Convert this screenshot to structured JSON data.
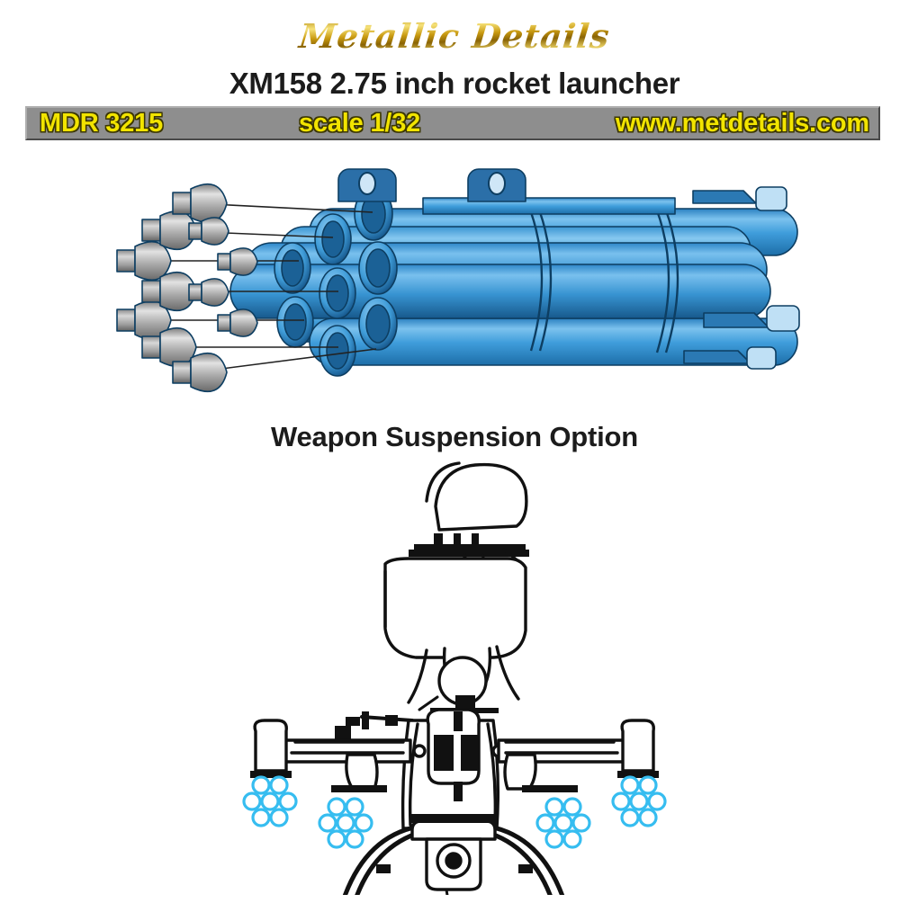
{
  "header": {
    "brand": "Metallic Details",
    "product_title": "XM158 2.75 inch rocket launcher",
    "brand_color": "#c9a227"
  },
  "info_bar": {
    "catalog_code": "MDR 3215",
    "scale": "scale 1/32",
    "website": "www.metdetails.com",
    "bar_color": "#8e8e8e",
    "text_color": "#f2e400"
  },
  "sections": {
    "suspension_heading": "Weapon Suspension Option"
  },
  "launcher": {
    "body_color": "#2f93d8",
    "body_color_light": "#74bdec",
    "body_color_dark": "#1c6ba6",
    "outline_color": "#0e3f63",
    "rocket_color": "#a8a8a8",
    "rocket_color_light": "#d4d4d4",
    "rocket_color_dark": "#6e6e6e",
    "tube_count": 7,
    "rocket_count": 7,
    "lug_count": 2
  },
  "helicopter": {
    "outline_color": "#111111",
    "pod_color": "#36bdf0",
    "pod_count": 4,
    "tubes_per_pod": 7,
    "view": "front"
  }
}
